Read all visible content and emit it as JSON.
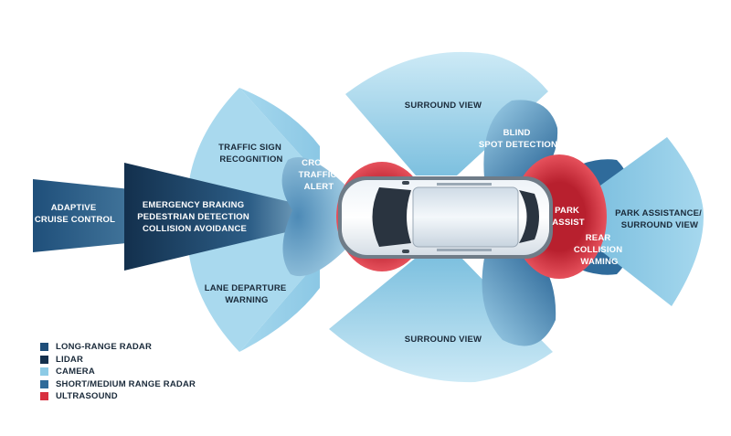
{
  "colors": {
    "long_range_radar": "#1f4f7a",
    "lidar": "#13304d",
    "camera": "#8dcbe6",
    "short_medium_radar": "#2e6a99",
    "ultrasound": "#d8303f"
  },
  "labels": {
    "adaptive_cruise_line1": "ADAPTIVE",
    "adaptive_cruise_line2": "CRUISE CONTROL",
    "emergency_line1": "EMERGENCY BRAKING",
    "emergency_line2": "PEDESTRIAN DETECTION",
    "emergency_line3": "COLLISION AVOIDANCE",
    "traffic_sign_line1": "TRAFFIC SIGN",
    "traffic_sign_line2": "RECOGNITION",
    "cross_traffic_line1": "CROSS",
    "cross_traffic_line2": "TRAFFIC",
    "cross_traffic_line3": "ALERT",
    "surround_view_top": "SURROUND VIEW",
    "surround_view_bottom": "SURROUND VIEW",
    "blind_spot_line1": "BLIND",
    "blind_spot_line2": "SPOT DETECTION",
    "park_assist_line1": "PARK",
    "park_assist_line2": "ASSIST",
    "rear_collision_line1": "REAR",
    "rear_collision_line2": "COLLISION",
    "rear_collision_line3": "WAMING",
    "park_surround_line1": "PARK ASSISTANCE/",
    "park_surround_line2": "SURROUND VIEW",
    "lane_departure_line1": "LANE DEPARTURE",
    "lane_departure_line2": "WARNING"
  },
  "legend": {
    "items": [
      {
        "label": "LONG-RANGE RADAR",
        "color": "#1f4f7a"
      },
      {
        "label": "LIDAR",
        "color": "#13304d"
      },
      {
        "label": "CAMERA",
        "color": "#8dcbe6"
      },
      {
        "label": "SHORT/MEDIUM RANGE RADAR",
        "color": "#2e6a99"
      },
      {
        "label": "ULTRASOUND",
        "color": "#d8303f"
      }
    ]
  }
}
